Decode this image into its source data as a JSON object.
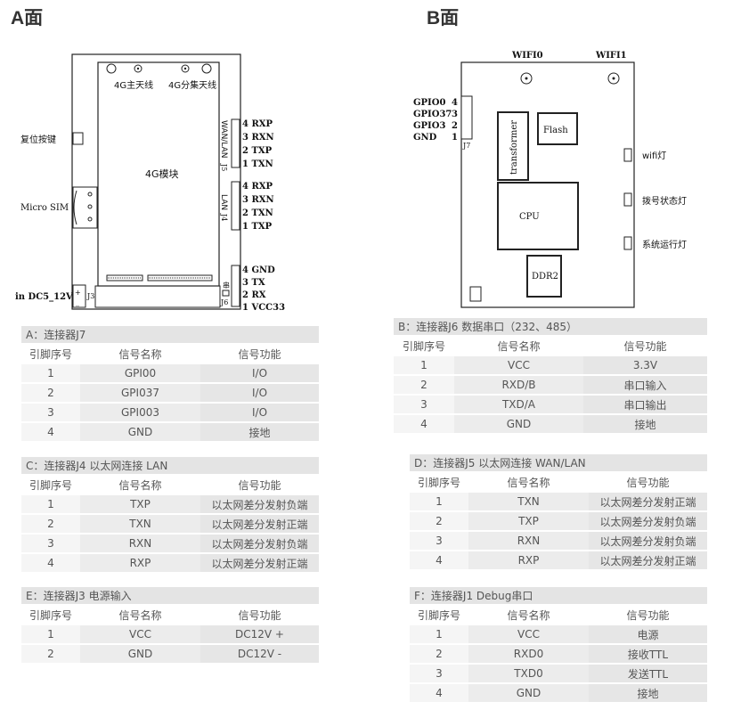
{
  "side_a": {
    "title": "A面"
  },
  "side_b": {
    "title": "B面"
  },
  "board_a": {
    "ant_main": "4G主天线",
    "ant_div": "4G分集天线",
    "module": "4G模块",
    "reset": "复位按键",
    "sim": "Micro SIM",
    "power_in": "in DC5_12V",
    "wan_lan": "WAN/LAN",
    "lan": "LAN",
    "j5": "J5",
    "j4": "J4",
    "j3": "J3",
    "j6": "J6",
    "j6_sym": "串",
    "j5_pins": [
      "4 RXP",
      "3 RXN",
      "2 TXP",
      "1 TXN"
    ],
    "j4_pins": [
      "4 RXP",
      "3 RXN",
      "2 TXN",
      "1 TXP"
    ],
    "j6_pins": [
      "4 GND",
      "3 TX",
      "2 RX",
      "1 VCC33"
    ]
  },
  "board_b": {
    "wifi0": "WIFI0",
    "wifi1": "WIFI1",
    "gpio_labels": [
      "GPIO0",
      "GPIO37",
      "GPIO3",
      "GND"
    ],
    "gpio_nums": [
      "4",
      "3",
      "2",
      "1"
    ],
    "j7": "J7",
    "transformer": "transformer",
    "flash": "Flash",
    "cpu": "CPU",
    "ddr": "DDR2",
    "led_wifi": "wifi灯",
    "led_dial": "拨号状态灯",
    "led_sys": "系统运行灯"
  },
  "tables": {
    "a": {
      "caption": "A：连接器J7",
      "headers": [
        "引脚序号",
        "信号名称",
        "信号功能"
      ],
      "rows": [
        [
          "1",
          "GPI00",
          "I/O"
        ],
        [
          "2",
          "GPI037",
          "I/O"
        ],
        [
          "3",
          "GPI003",
          "I/O"
        ],
        [
          "4",
          "GND",
          "接地"
        ]
      ]
    },
    "b": {
      "caption": "B：连接器J6 数据串口（232、485）",
      "headers": [
        "引脚序号",
        "信号名称",
        "信号功能"
      ],
      "rows": [
        [
          "1",
          "VCC",
          "3.3V"
        ],
        [
          "2",
          "RXD/B",
          "串口输入"
        ],
        [
          "3",
          "TXD/A",
          "串口输出"
        ],
        [
          "4",
          "GND",
          "接地"
        ]
      ]
    },
    "c": {
      "caption": "C：连接器J4 以太网连接 LAN",
      "headers": [
        "引脚序号",
        "信号名称",
        "信号功能"
      ],
      "rows": [
        [
          "1",
          "TXP",
          "以太网差分发射负端"
        ],
        [
          "2",
          "TXN",
          "以太网差分发射正端"
        ],
        [
          "3",
          "RXN",
          "以太网差分发射负端"
        ],
        [
          "4",
          "RXP",
          "以太网差分发射正端"
        ]
      ]
    },
    "d": {
      "caption": "D：连接器J5 以太网连接 WAN/LAN",
      "headers": [
        "引脚序号",
        "信号名称",
        "信号功能"
      ],
      "rows": [
        [
          "1",
          "TXN",
          "以太网差分发射正端"
        ],
        [
          "2",
          "TXP",
          "以太网差分发射负端"
        ],
        [
          "3",
          "RXN",
          "以太网差分发射负端"
        ],
        [
          "4",
          "RXP",
          "以太网差分发射正端"
        ]
      ]
    },
    "e": {
      "caption": "E：连接器J3 电源输入",
      "headers": [
        "引脚序号",
        "信号名称",
        "信号功能"
      ],
      "rows": [
        [
          "1",
          "VCC",
          "DC12V +"
        ],
        [
          "2",
          "GND",
          "DC12V -"
        ]
      ]
    },
    "f": {
      "caption": "F：连接器J1 Debug串口",
      "headers": [
        "引脚序号",
        "信号名称",
        "信号功能"
      ],
      "rows": [
        [
          "1",
          "VCC",
          "电源"
        ],
        [
          "2",
          "RXD0",
          "接收TTL"
        ],
        [
          "3",
          "TXD0",
          "发送TTL"
        ],
        [
          "4",
          "GND",
          "接地"
        ]
      ]
    }
  }
}
